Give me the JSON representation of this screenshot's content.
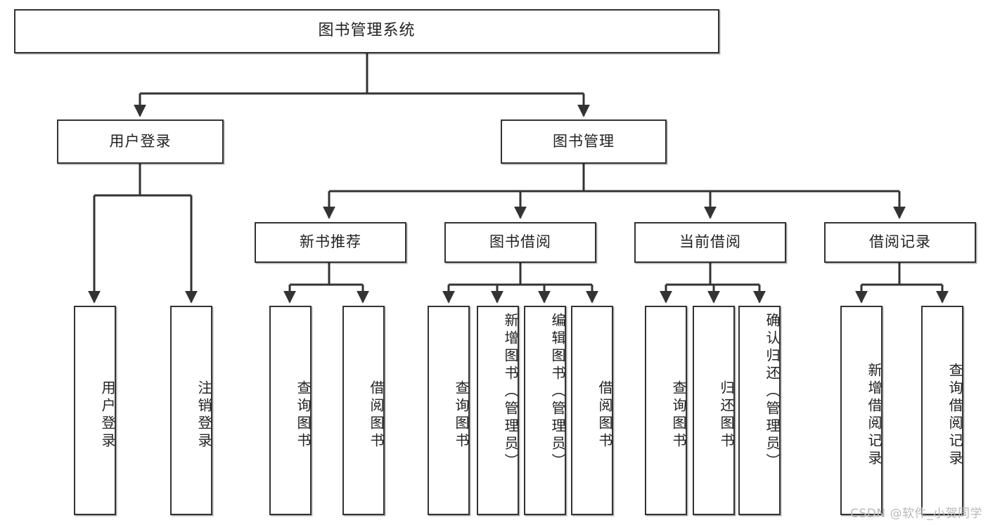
{
  "diagram": {
    "type": "tree-hierarchy",
    "title": "图书管理系统",
    "watermark": "CSDN @软件_小贺同学",
    "colors": {
      "stroke": "#333333",
      "fill": "#ffffff",
      "text": "#222222",
      "watermark": "#b9b9b9"
    },
    "levels": {
      "root": "图书管理系统",
      "level1": [
        "用户登录",
        "图书管理"
      ],
      "level2": [
        "新书推荐",
        "图书借阅",
        "当前借阅",
        "借阅记录"
      ]
    },
    "nodes": {
      "root": "图书管理系统",
      "user_login": "用户登录",
      "book_manage": "图书管理",
      "new_book_rec": "新书推荐",
      "book_borrow": "图书借阅",
      "current_borrow": "当前借阅",
      "borrow_record": "借阅记录",
      "leaf_user_login": "用户登录",
      "leaf_user_logout": "注销登录",
      "leaf_rec_query": "查询图书",
      "leaf_rec_borrow": "借阅图书",
      "leaf_borrow_query": "查询图书",
      "leaf_borrow_add": "新增图书（管理员）",
      "leaf_borrow_edit": "编辑图书（管理员）",
      "leaf_borrow_do": "借阅图书",
      "leaf_cur_query": "查询图书",
      "leaf_cur_return": "归还图书",
      "leaf_cur_confirm": "确认归还（管理员）",
      "leaf_rec_add": "新增借阅记录",
      "leaf_rec_query2": "查询借阅记录"
    },
    "edges": [
      {
        "from": "图书管理系统",
        "to": "用户登录"
      },
      {
        "from": "图书管理系统",
        "to": "图书管理"
      },
      {
        "from": "用户登录",
        "to": "用户登录"
      },
      {
        "from": "用户登录",
        "to": "注销登录"
      },
      {
        "from": "图书管理",
        "to": "新书推荐"
      },
      {
        "from": "图书管理",
        "to": "图书借阅"
      },
      {
        "from": "图书管理",
        "to": "当前借阅"
      },
      {
        "from": "图书管理",
        "to": "借阅记录"
      },
      {
        "from": "新书推荐",
        "to": "查询图书"
      },
      {
        "from": "新书推荐",
        "to": "借阅图书"
      },
      {
        "from": "图书借阅",
        "to": "查询图书"
      },
      {
        "from": "图书借阅",
        "to": "新增图书（管理员）"
      },
      {
        "from": "图书借阅",
        "to": "编辑图书（管理员）"
      },
      {
        "from": "图书借阅",
        "to": "借阅图书"
      },
      {
        "from": "当前借阅",
        "to": "查询图书"
      },
      {
        "from": "当前借阅",
        "to": "归还图书"
      },
      {
        "from": "当前借阅",
        "to": "确认归还（管理员）"
      },
      {
        "from": "借阅记录",
        "to": "新增借阅记录"
      },
      {
        "from": "借阅记录",
        "to": "查询借阅记录"
      }
    ]
  }
}
